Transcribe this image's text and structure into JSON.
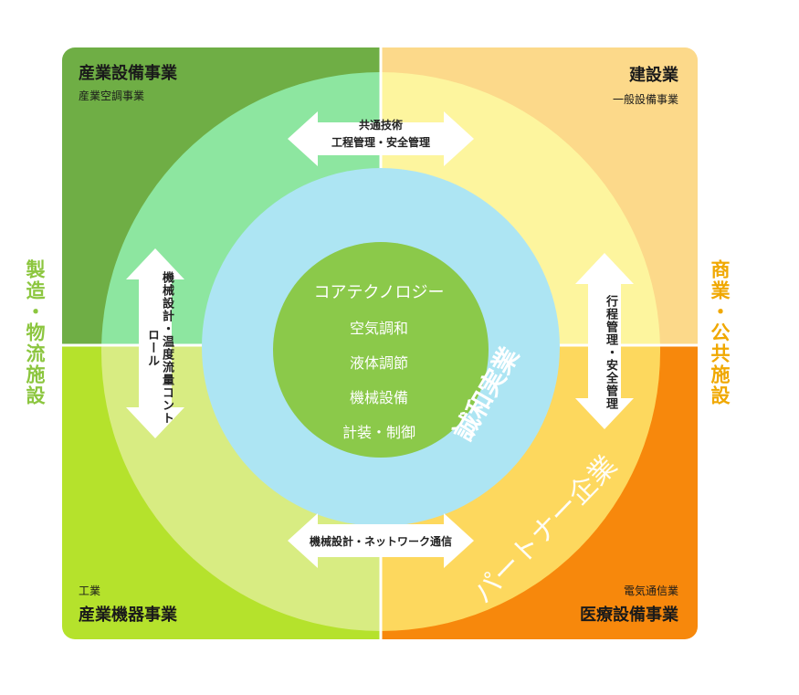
{
  "quadrants": {
    "top_left": {
      "title": "産業設備事業",
      "sub": "産業空調事業"
    },
    "top_right": {
      "title": "建設業",
      "sub": "一般設備事業"
    },
    "bottom_left": {
      "title": "産業機器事業",
      "sub": "工業"
    },
    "bottom_right": {
      "title": "医療設備事業",
      "sub": "電気通信業"
    }
  },
  "sides": {
    "left": "製造・物流施設",
    "right": "商業・公共施設"
  },
  "arrows": {
    "top_line1": "共通技術",
    "top_line2": "工程管理・安全管理",
    "bottom": "機械設計・ネットワーク通信",
    "left": "機械設計・温度流量コントロール",
    "right": "行程管理・安全管理"
  },
  "core": {
    "title": "コアテクノロジー",
    "items": [
      "空気調和",
      "液体調節",
      "機械設備",
      "計装・制御"
    ]
  },
  "rings": {
    "inner": "誠和実業",
    "outer": "パートナー企業"
  },
  "colors": {
    "tl_corner": "#6fae45",
    "tl_ring": "#8de6a0",
    "tr_corner": "#fcd98a",
    "tr_ring": "#fdf59e",
    "bl_corner": "#b5e22c",
    "bl_ring": "#d8ec82",
    "br_corner": "#f7880c",
    "br_ring": "#fdd85e",
    "inner_ring": "#ade5f3",
    "core": "#8bc94a",
    "side_left": "#8cc63f",
    "side_right": "#f0a800"
  }
}
